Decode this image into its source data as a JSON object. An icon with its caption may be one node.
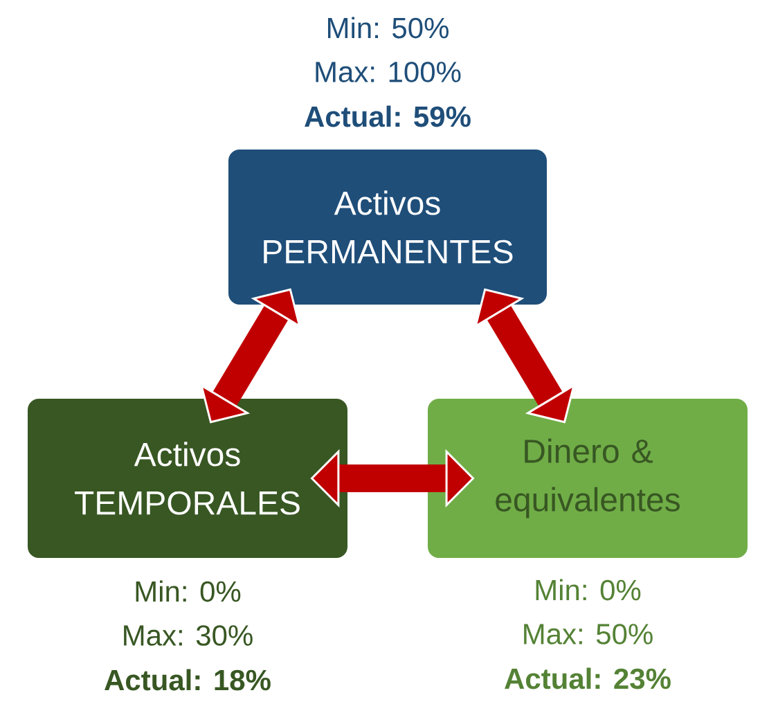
{
  "diagram": {
    "nodes": [
      {
        "text": [
          "Activos PERMANENTES"
        ],
        "beside": [
          "Min: 50%",
          "Max: 100%",
          "Actual: 59%"
        ]
      },
      {
        "text": [
          "Activos TEMPORALES"
        ],
        "beside": [
          "Min: 0%",
          "Max: 30%",
          "Actual: 18%"
        ]
      },
      {
        "text": [
          "Dinero & equivalentes"
        ],
        "beside": [
          "Min: 0%",
          "Max: 50%",
          "Actual: 23%"
        ]
      }
    ],
    "edges": [
      {
        "from": 0,
        "to": 1,
        "arrow": "both"
      },
      {
        "from": 0,
        "to": 2,
        "arrow": "both"
      },
      {
        "from": 1,
        "to": 2,
        "arrow": "both"
      }
    ]
  }
}
